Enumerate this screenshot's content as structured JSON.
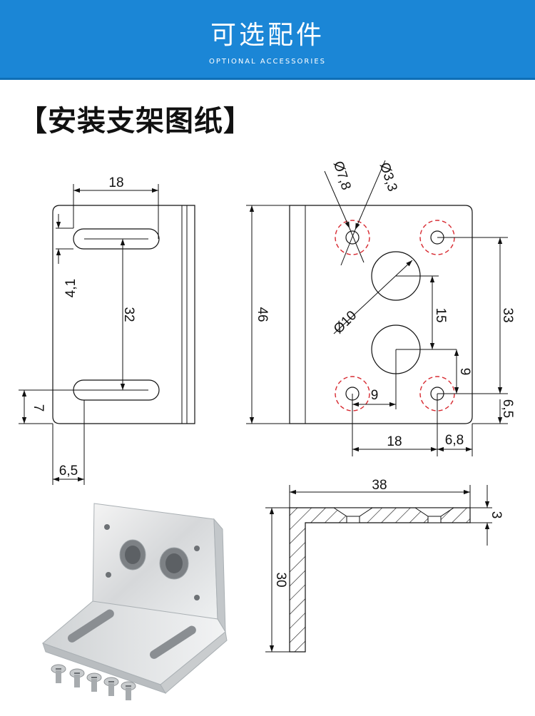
{
  "header": {
    "title": "可选配件",
    "subtitle": "OPTIONAL ACCESSORIES"
  },
  "section": {
    "title": "【安装支架图纸】"
  },
  "drawing": {
    "side_view": {
      "dims": [
        "18",
        "4,1",
        "32",
        "7",
        "6,5"
      ]
    },
    "front_view": {
      "dims": [
        "Ø7,8",
        "Ø3,3",
        "46",
        "Ø10",
        "15",
        "33",
        "9",
        "9",
        "6,5",
        "18",
        "6,8"
      ]
    },
    "top_view": {
      "dims": [
        "38",
        "3",
        "30"
      ]
    }
  },
  "colors": {
    "banner": "#1b86d6",
    "hole_highlight": "#d7282f"
  }
}
